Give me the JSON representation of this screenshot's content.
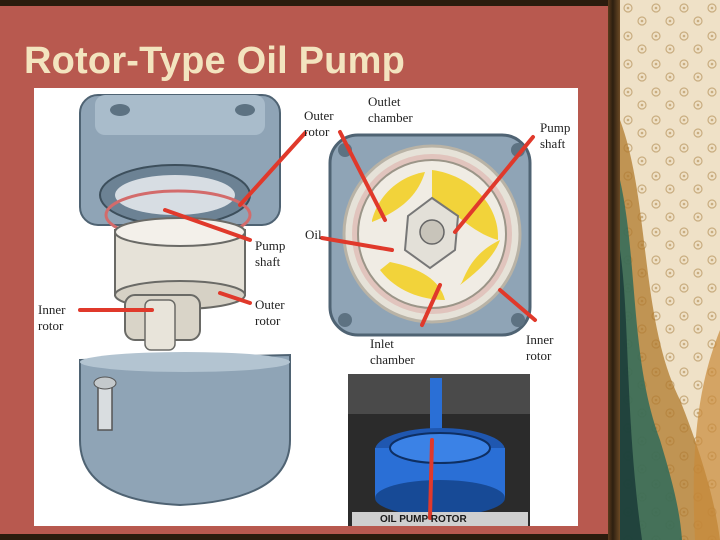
{
  "slide": {
    "title": "Rotor-Type Oil Pump"
  },
  "labels": {
    "outer_rotor_top": "Outer\nrotor",
    "outlet_chamber": "Outlet\nchamber",
    "pump_shaft_right": "Pump\nshaft",
    "pump_shaft_left": "Pump\nshaft",
    "oil": "Oil",
    "inner_rotor_left": "Inner\nrotor",
    "outer_rotor_left": "Outer\nrotor",
    "inlet_chamber": "Inlet\nchamber",
    "inner_rotor_right": "Inner\nrotor",
    "oil_pump_rotor": "OIL PUMP ROTOR"
  },
  "colors": {
    "background": "#b8594f",
    "title": "#f3e4bf",
    "pointer": "#e0392b",
    "housing": "#8fa4b6",
    "rotor_yellow": "#f2d33a",
    "rotor_blue": "#2a6fd6"
  }
}
